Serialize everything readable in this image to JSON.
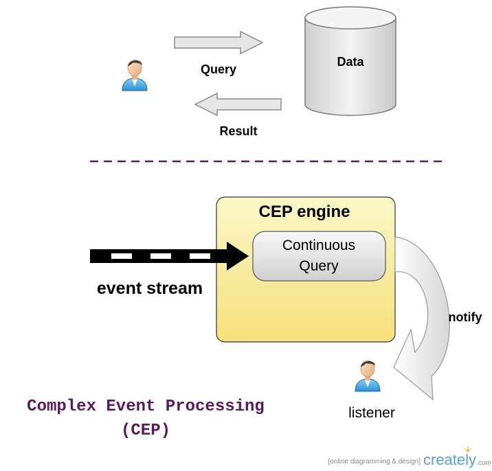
{
  "colors": {
    "divider": "#5b1a5b",
    "title": "#5b1a5b",
    "engine_fill_top": "#fbf7c8",
    "engine_fill_bottom": "#f5e27a",
    "arrow_fill": "#e6e6e6",
    "arrow_stroke": "#888888",
    "brand_green": "#7ab648"
  },
  "top_section": {
    "query_label": "Query",
    "result_label": "Result",
    "data_label": "Data",
    "user_icon": "person-icon"
  },
  "cep": {
    "engine_title": "CEP engine",
    "continuous_query_line1": "Continuous",
    "continuous_query_line2": "Query",
    "event_stream_label": "event stream",
    "notify_label": "notify",
    "listener_label": "listener",
    "listener_icon": "person-icon"
  },
  "caption": {
    "line1": "Complex Event Processing",
    "line2": "(CEP)"
  },
  "footer": {
    "tagline": "[online diagramming & design]",
    "brand": "creately",
    "brand_suffix": ".com"
  }
}
